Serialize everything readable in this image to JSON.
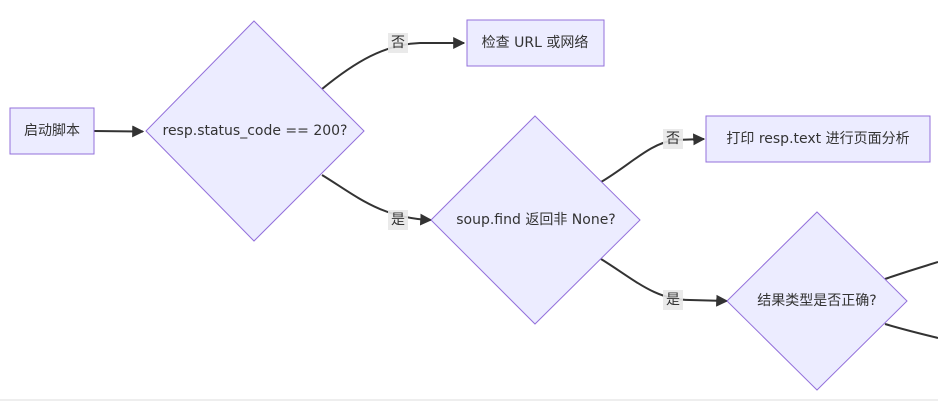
{
  "nodes": {
    "start": "启动脚本",
    "check_status": "resp.status_code == 200?",
    "check_url": "检查 URL 或网络",
    "check_find": "soup.find 返回非 None?",
    "print_text": "打印 resp.text 进行页面分析",
    "check_type": "结果类型是否正确?"
  },
  "edges": {
    "status_no": "否",
    "status_yes": "是",
    "find_no": "否",
    "find_yes": "是"
  },
  "colors": {
    "node_fill": "#ECECFF",
    "node_stroke": "#9370DB",
    "edge": "#333333",
    "label_bg": "#E8E8E8"
  }
}
